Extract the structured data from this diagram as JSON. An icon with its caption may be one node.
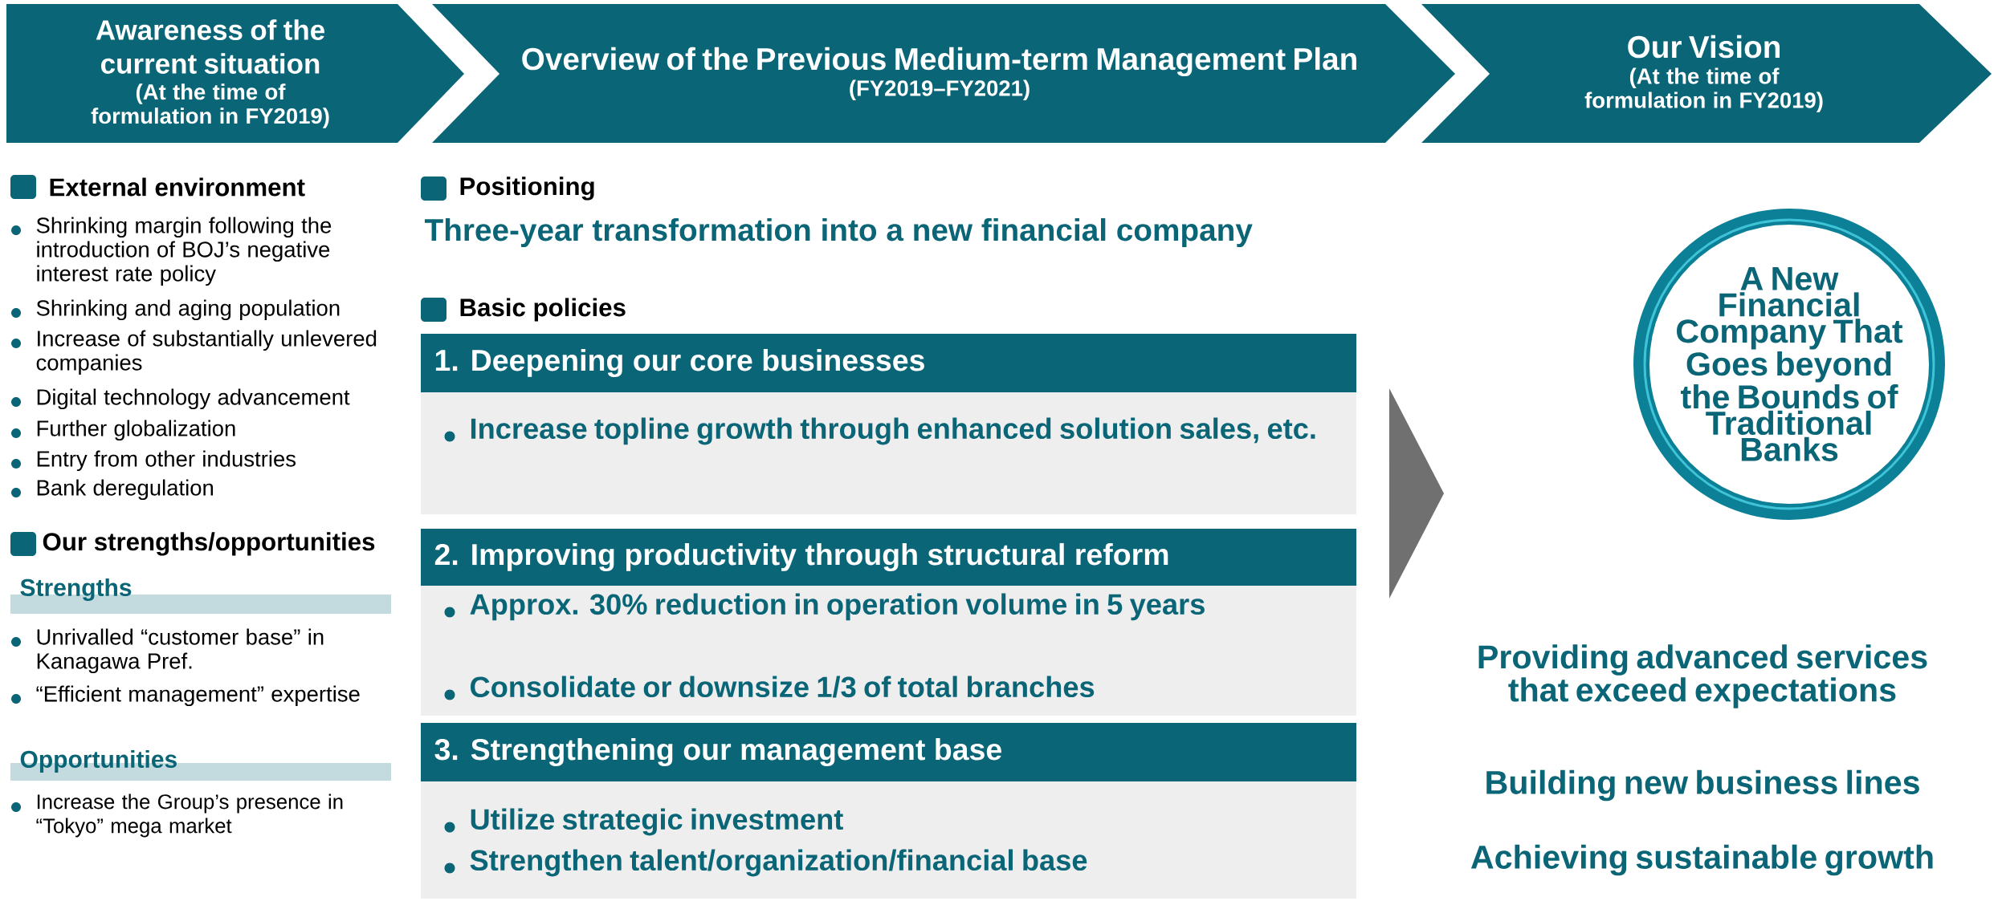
{
  "diagram": {
    "nodes": [
      {
        "text": [
          "Awareness of the current situation",
          "(At the time of formulation in FY2019)"
        ]
      },
      {
        "text": [
          "Overview of the Previous Medium-term Management Plan",
          "(FY2019–FY2021)"
        ]
      },
      {
        "text": [
          "Our Vision",
          "(At the time of formulation in FY2019)"
        ]
      },
      {
        "text": [
          "Strengths"
        ]
      },
      {
        "text": [
          "Opportunities"
        ]
      },
      {
        "text": [
          "1. Deepening our core businesses",
          "Increase topline growth through enhanced solution sales, etc."
        ]
      },
      {
        "text": [
          "2. Improving productivity through structural reform",
          "Approx. 30% reduction in operation volume in 5 years",
          "Consolidate or downsize 1/3 of total branches"
        ]
      },
      {
        "text": [
          "3. Strengthening our management base",
          "Utilize strategic investment",
          "Strengthen talent/organization/financial base"
        ]
      },
      {
        "text": [
          "A New Financial Company That Goes beyond the Bounds of Traditional Banks"
        ]
      }
    ],
    "labels": [
      "External environment",
      "Shrinking margin following the introduction of BOJ’s negative interest rate policy",
      "Shrinking and aging population",
      "Increase of substantially unlevered companies",
      "Digital technology advancement",
      "Further globalization",
      "Entry from other industries",
      "Bank deregulation",
      "Our strengths/opportunities",
      "Unrivalled “customer base” in Kanagawa Pref.",
      "“Efficient management” expertise",
      "Increase the Group’s presence in “Tokyo” mega market",
      "Positioning",
      "Three-year transformation into a new financial company",
      "Basic policies",
      "Providing advanced services that exceed expectations",
      "Building new business lines",
      "Achieving sustainable growth"
    ]
  }
}
